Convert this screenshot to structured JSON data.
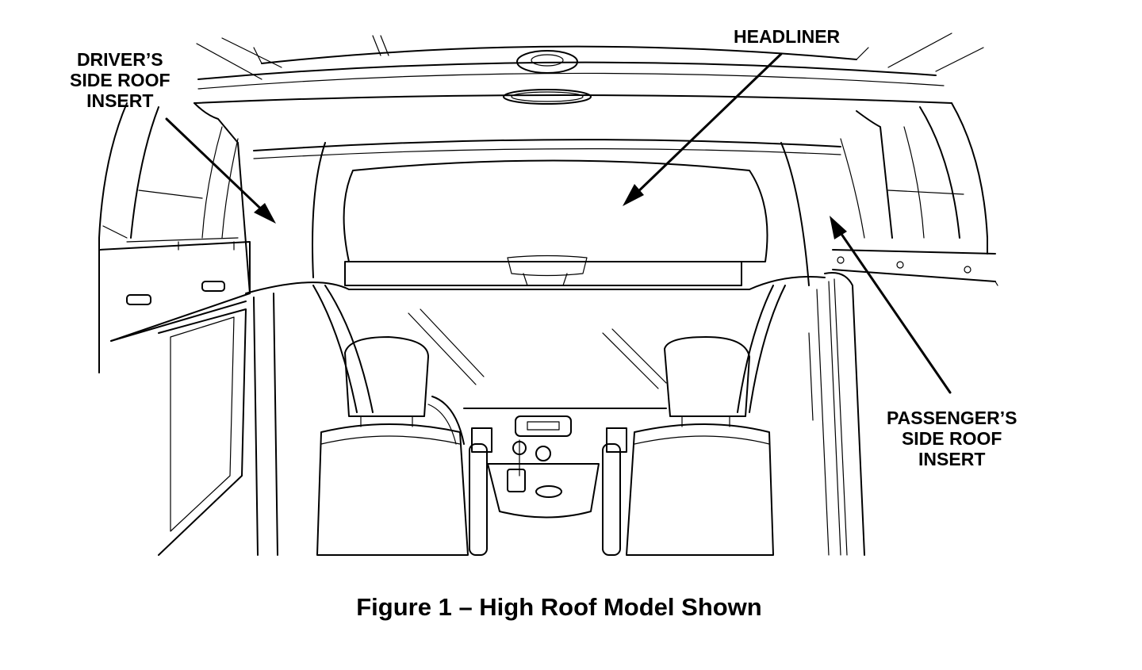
{
  "labels": {
    "headliner": "HEADLINER",
    "driver_side_insert": "DRIVER’S\nSIDE ROOF\nINSERT",
    "passenger_side_insert": "PASSENGER’S\nSIDE ROOF\nINSERT"
  },
  "caption": "Figure 1 – High Roof Model Shown",
  "colors": {
    "ink": "#000000",
    "background": "#ffffff"
  }
}
